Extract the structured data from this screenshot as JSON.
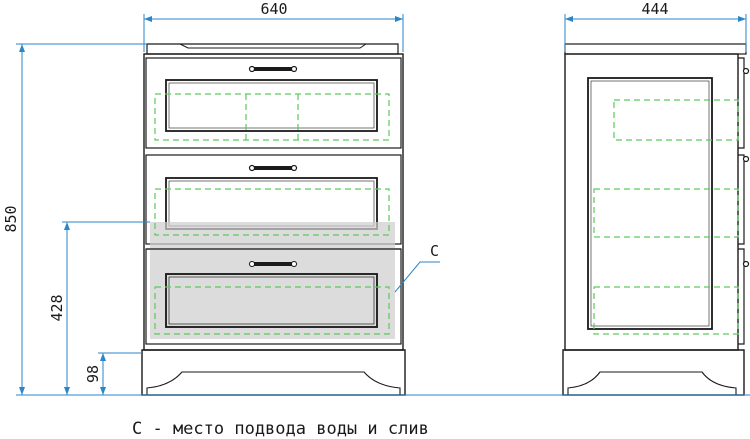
{
  "dimensions": {
    "front_width": "640",
    "side_depth": "444",
    "total_height": "850",
    "connection_height": "428",
    "plinth_height": "98"
  },
  "marker_label": "C",
  "legend": "C - место подвода воды и слив",
  "colors": {
    "outline": "#1a1a1a",
    "dimension": "#2b86c8",
    "zone_dash": "#5cc95c",
    "zone_fill": "#d0d0d0"
  }
}
